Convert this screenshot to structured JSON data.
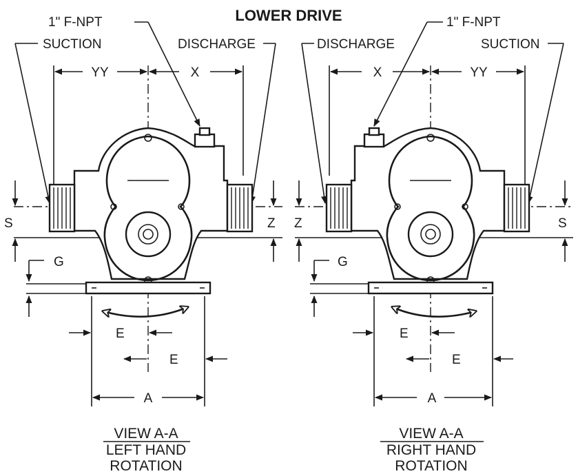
{
  "title": "LOWER DRIVE",
  "left_view": {
    "npt_label": "1\" F-NPT",
    "suction_label": "SUCTION",
    "discharge_label": "DISCHARGE",
    "dim_yy": "YY",
    "dim_x": "X",
    "dim_s": "S",
    "dim_z": "Z",
    "dim_g": "G",
    "dim_e_top": "E",
    "dim_e_bottom": "E",
    "dim_a": "A",
    "caption_line1": "VIEW A-A",
    "caption_line2": "LEFT HAND",
    "caption_line3": "ROTATION"
  },
  "right_view": {
    "npt_label": "1\" F-NPT",
    "suction_label": "SUCTION",
    "discharge_label": "DISCHARGE",
    "dim_yy": "YY",
    "dim_x": "X",
    "dim_s": "S",
    "dim_z": "Z",
    "dim_g": "G",
    "dim_e_top": "E",
    "dim_e_bottom": "E",
    "dim_a": "A",
    "caption_line1": "VIEW A-A",
    "caption_line2": "RIGHT HAND",
    "caption_line3": "ROTATION"
  }
}
